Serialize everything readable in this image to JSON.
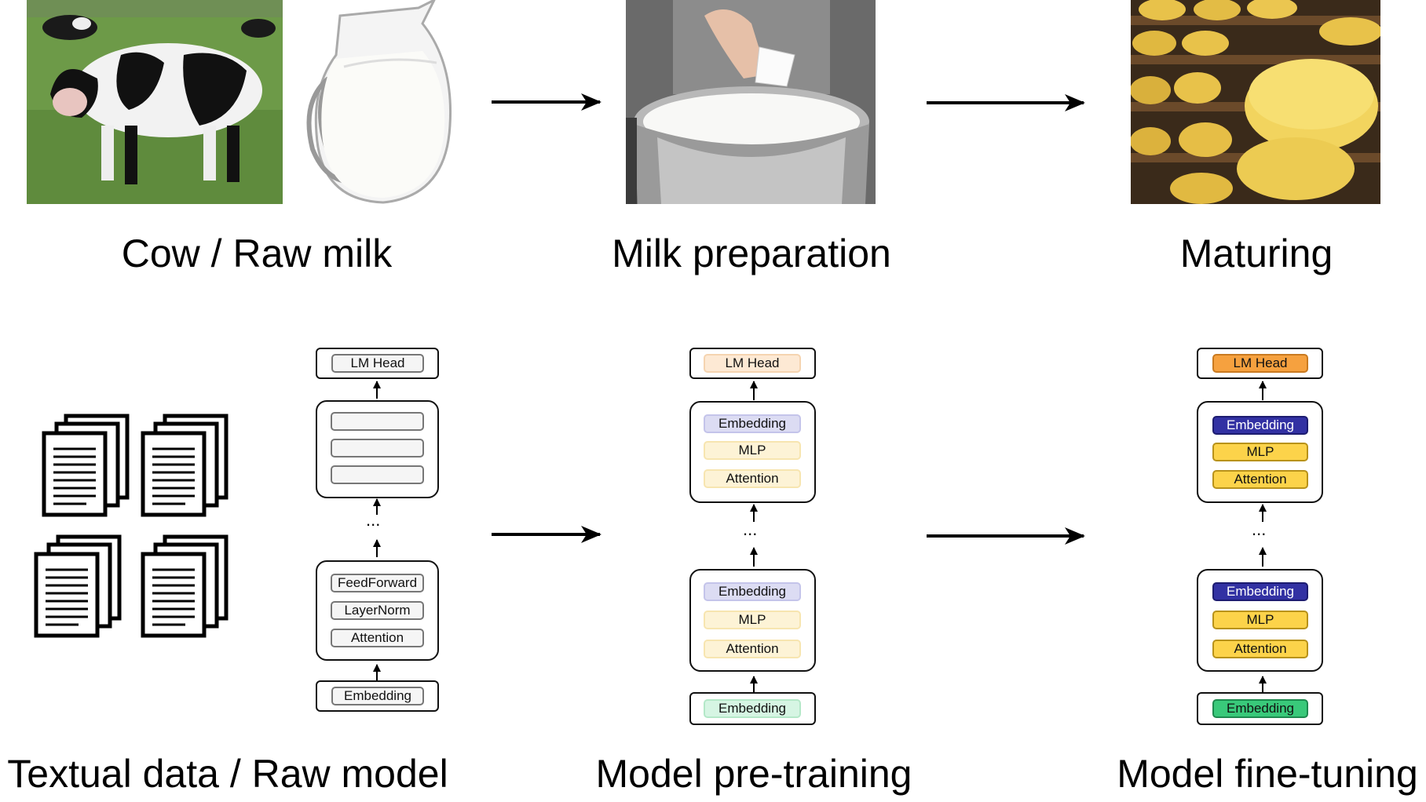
{
  "top_row": {
    "stage1_caption": "Cow / Raw milk",
    "stage2_caption": "Milk preparation",
    "stage3_caption": "Maturing",
    "images": [
      "cow-photo",
      "milk-jug-photo",
      "milk-pot-photo",
      "cheese-shelf-photo"
    ]
  },
  "bottom_row": {
    "stage1_caption": "Textual data / Raw model",
    "stage2_caption": "Model pre-training",
    "stage3_caption": "Model fine-tuning",
    "raw_model": {
      "head": "LM Head",
      "block": [
        "FeedForward",
        "LayerNorm",
        "Attention"
      ],
      "embedding": "Embedding",
      "ellipsis": "..."
    },
    "pretrain_model": {
      "head": "LM Head",
      "block_top": [
        "Embedding",
        "MLP",
        "Attention"
      ],
      "block_bottom": [
        "Embedding",
        "MLP",
        "Attention"
      ],
      "embedding": "Embedding",
      "ellipsis": "..."
    },
    "finetune_model": {
      "head": "LM Head",
      "block_top": [
        "Embedding",
        "MLP",
        "Attention"
      ],
      "block_bottom": [
        "Embedding",
        "MLP",
        "Attention"
      ],
      "embedding": "Embedding",
      "ellipsis": "..."
    }
  },
  "colors": {
    "pretrain_head": "#fde9d4",
    "pretrain_embed_block": "#dcdcf3",
    "pretrain_yellow": "#fdf3d6",
    "pretrain_embed": "#d6f5e3",
    "finetune_head": "#f6a13f",
    "finetune_embed_block": "#3231a3",
    "finetune_yellow": "#fcd34a",
    "finetune_embed": "#39c97a"
  }
}
